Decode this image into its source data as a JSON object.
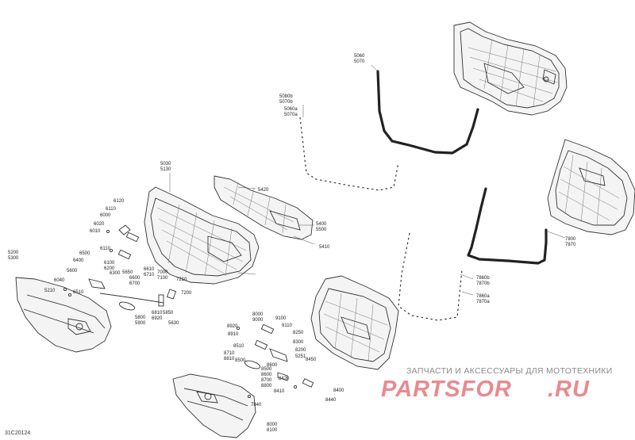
{
  "diagram": {
    "code": "31C20124",
    "labels": [
      {
        "id": "l1",
        "text": "5060\n5070"
      },
      {
        "id": "l2",
        "text": "5080b\n5070b"
      },
      {
        "id": "l3",
        "text": "5060a\n5070a"
      },
      {
        "id": "l4",
        "text": "5030\n5130"
      },
      {
        "id": "l5",
        "text": "5420"
      },
      {
        "id": "l6",
        "text": "5400\n5500"
      },
      {
        "id": "l7",
        "text": "5410"
      },
      {
        "id": "l8",
        "text": "6120"
      },
      {
        "id": "l9",
        "text": "6110"
      },
      {
        "id": "l10",
        "text": "6000"
      },
      {
        "id": "l11",
        "text": "6020"
      },
      {
        "id": "l12",
        "text": "6010"
      },
      {
        "id": "l13",
        "text": "6110"
      },
      {
        "id": "l14",
        "text": "6100\n6200"
      },
      {
        "id": "l15",
        "text": "5200\n5300"
      },
      {
        "id": "l16",
        "text": "6400"
      },
      {
        "id": "l17",
        "text": "5600"
      },
      {
        "id": "l18",
        "text": "6300"
      },
      {
        "id": "l19",
        "text": "5650"
      },
      {
        "id": "l20",
        "text": "6040"
      },
      {
        "id": "l21",
        "text": "5210"
      },
      {
        "id": "l22",
        "text": "6510"
      },
      {
        "id": "l23",
        "text": "6600\n6700"
      },
      {
        "id": "l24",
        "text": "6610\n6710"
      },
      {
        "id": "l25",
        "text": "7000\n7100"
      },
      {
        "id": "l26",
        "text": "7210"
      },
      {
        "id": "l27",
        "text": "7200"
      },
      {
        "id": "l28",
        "text": "5800\n5900"
      },
      {
        "id": "l29",
        "text": "6810\n6920"
      },
      {
        "id": "l30",
        "text": "5850"
      },
      {
        "id": "l31",
        "text": "5630"
      },
      {
        "id": "l32",
        "text": "6500"
      },
      {
        "id": "l33",
        "text": "7800\n7870"
      },
      {
        "id": "l34",
        "text": "7860b\n7870b"
      },
      {
        "id": "l35",
        "text": "7860a\n7870a"
      },
      {
        "id": "l36",
        "text": "8920"
      },
      {
        "id": "l37",
        "text": "8910"
      },
      {
        "id": "l38",
        "text": "8510"
      },
      {
        "id": "l39",
        "text": "8500"
      },
      {
        "id": "l40",
        "text": "8710\n8810"
      },
      {
        "id": "l41",
        "text": "8000\n9000"
      },
      {
        "id": "l42",
        "text": "9100"
      },
      {
        "id": "l43",
        "text": "9110"
      },
      {
        "id": "l44",
        "text": "8250"
      },
      {
        "id": "l45",
        "text": "8300"
      },
      {
        "id": "l46",
        "text": "8200"
      },
      {
        "id": "l47",
        "text": "5251"
      },
      {
        "id": "l48",
        "text": "8450"
      },
      {
        "id": "l49",
        "text": "8600"
      },
      {
        "id": "l50",
        "text": "8500\n8600"
      },
      {
        "id": "l51",
        "text": "8420"
      },
      {
        "id": "l52",
        "text": "8700\n8800"
      },
      {
        "id": "l53",
        "text": "8410"
      },
      {
        "id": "l54",
        "text": "8400"
      },
      {
        "id": "l55",
        "text": "8440"
      },
      {
        "id": "l56",
        "text": "7840"
      },
      {
        "id": "l57",
        "text": "8000\n8100"
      }
    ]
  },
  "watermark": {
    "tagline": "ЗАПЧАСТИ И АКСЕССУАРЫ ДЛЯ МОТОТЕХНИКИ",
    "logo_main": "PARTSFOR",
    "logo_tld": ".RU",
    "logo_color": "#e98a8f",
    "tagline_color": "#8a8a8a"
  }
}
